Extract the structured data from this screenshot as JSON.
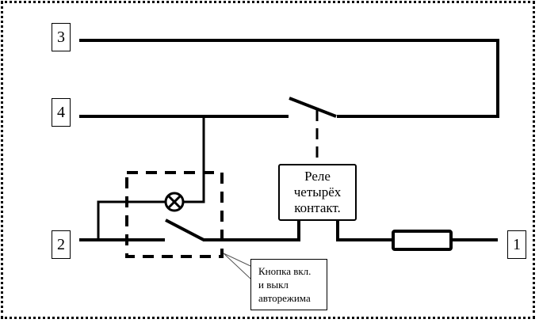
{
  "diagram": {
    "title": "",
    "terminals": [
      {
        "id": "3",
        "label": "3"
      },
      {
        "id": "4",
        "label": "4"
      },
      {
        "id": "2",
        "label": "2"
      },
      {
        "id": "1",
        "label": "1"
      }
    ],
    "relay": {
      "lines": [
        "Реле",
        "четырёх",
        "контакт."
      ]
    },
    "callout": {
      "lines": [
        "Кнопка вкл.",
        "и выкл",
        "авторежима"
      ]
    },
    "components": [
      "lamp",
      "push-button-switch",
      "relay-contact",
      "fuse"
    ],
    "colors": {
      "line": "#000000",
      "background": "#ffffff"
    }
  }
}
